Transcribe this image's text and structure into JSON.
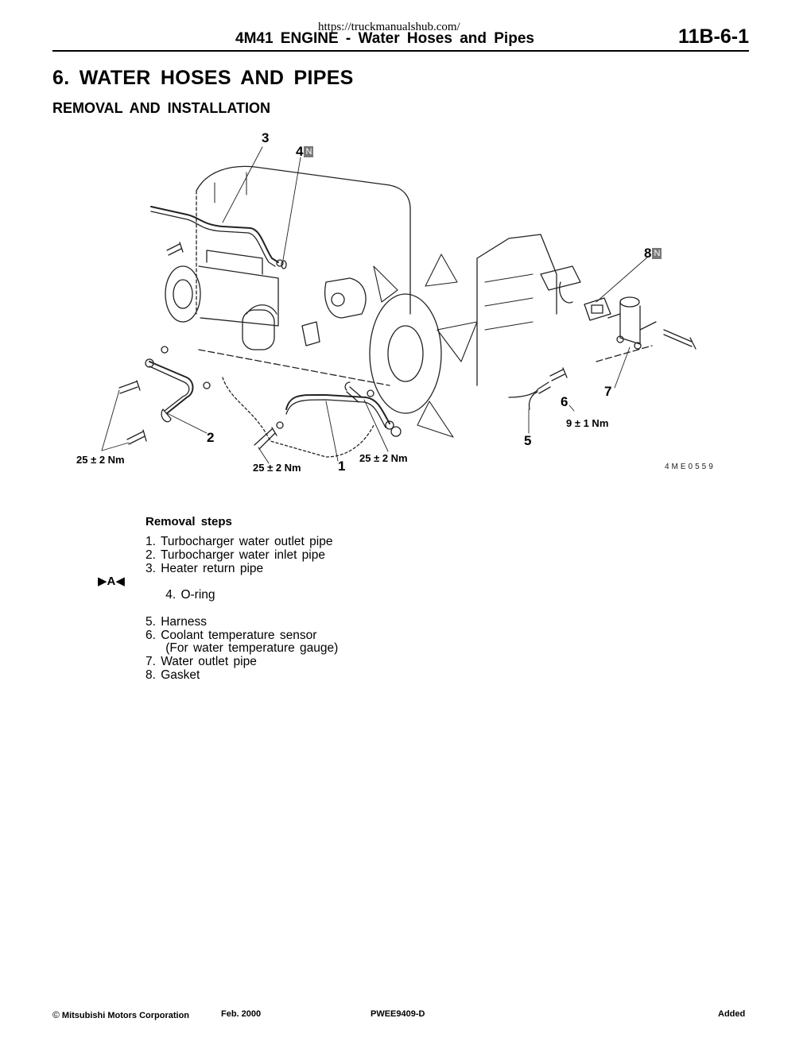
{
  "header": {
    "watermark": "https://truckmanualshub.com/",
    "title": "4M41 ENGINE - Water Hoses and Pipes",
    "page_number": "11B-6-1"
  },
  "section": {
    "title": "6. WATER HOSES AND PIPES",
    "subtitle": "REMOVAL AND INSTALLATION"
  },
  "figure": {
    "code": "4ME0559",
    "callouts": {
      "c1": "1",
      "c2": "2",
      "c3": "3",
      "c4": "4",
      "c5": "5",
      "c6": "6",
      "c7": "7",
      "c8": "8"
    },
    "new_part_marker": "N",
    "torques": {
      "t_left": "25 ± 2 Nm",
      "t_mid": "25 ± 2 Nm",
      "t_right": "25 ± 2 Nm",
      "t_sensor": "9 ± 1 Nm"
    }
  },
  "removal": {
    "title": "Removal steps",
    "marker": "▶A◀",
    "steps": [
      "1. Turbocharger water outlet pipe",
      "2. Turbocharger water inlet pipe",
      "3. Heater return pipe",
      "4. O-ring",
      "5. Harness",
      "6. Coolant temperature sensor",
      "    (For water temperature gauge)",
      "7. Water outlet pipe",
      "8. Gasket"
    ]
  },
  "footer": {
    "copyright_symbol": "©",
    "company": "Mitsubishi Motors Corporation",
    "date": "Feb. 2000",
    "code": "PWEE9409-D",
    "status": "Added"
  }
}
